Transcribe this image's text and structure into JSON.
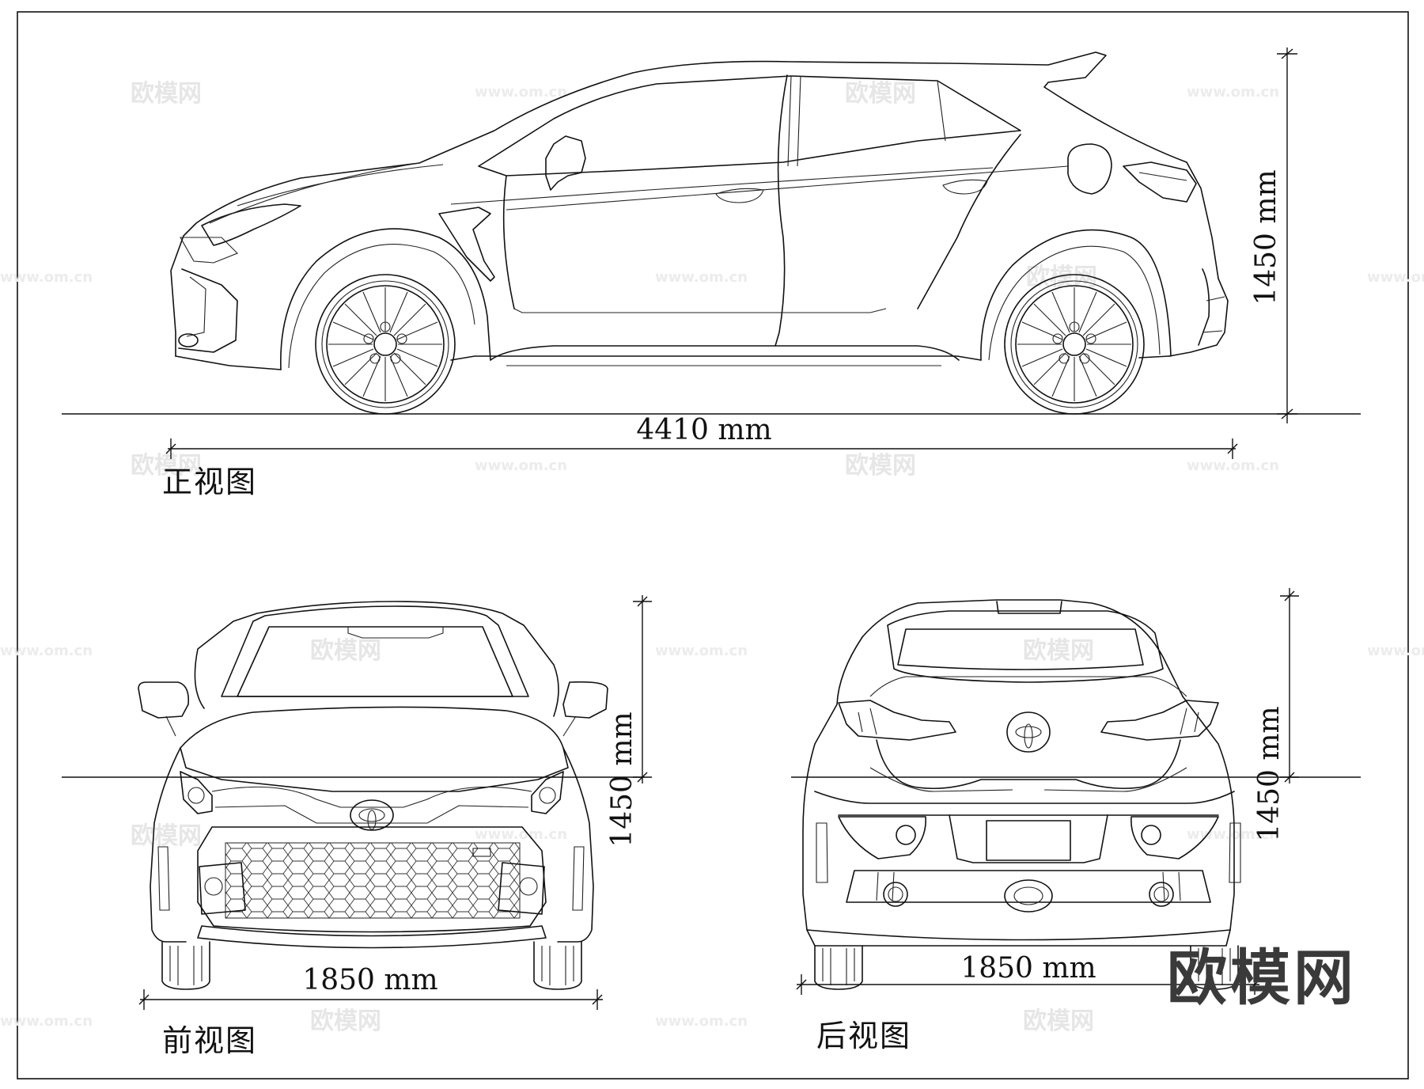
{
  "watermark": {
    "brand": "欧模网",
    "url": "www.om.cn"
  },
  "side_view": {
    "label": "正视图",
    "length_label": "4410 mm",
    "height_label": "1450 mm"
  },
  "front_view": {
    "label": "前视图",
    "width_label": "1850 mm",
    "height_label": "1450 mm"
  },
  "rear_view": {
    "label": "后视图",
    "width_label": "1850 mm",
    "height_label": "1450 mm"
  },
  "corner_brand": "欧模网"
}
